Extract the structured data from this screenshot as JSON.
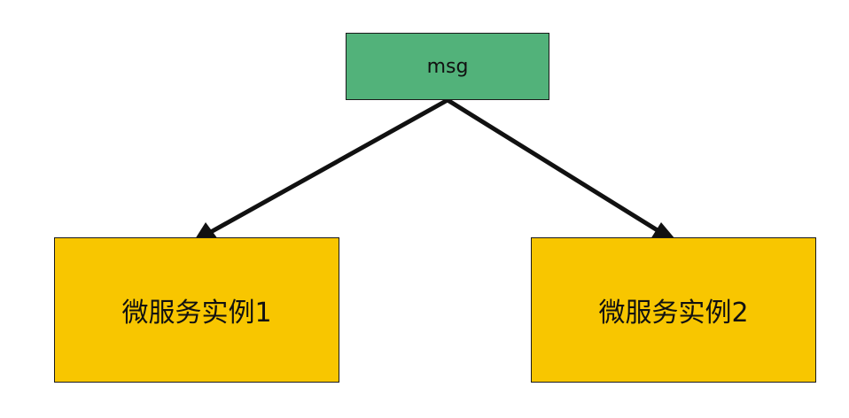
{
  "colors": {
    "msg_fill": "#52b27a",
    "instance_fill": "#f8c600",
    "edge": "#111111"
  },
  "nodes": {
    "msg": {
      "label": "msg"
    },
    "instance_1": {
      "label": "微服务实例1"
    },
    "instance_2": {
      "label": "微服务实例2"
    }
  },
  "edges": [
    {
      "from": "msg",
      "to": "instance_1"
    },
    {
      "from": "msg",
      "to": "instance_2"
    }
  ]
}
